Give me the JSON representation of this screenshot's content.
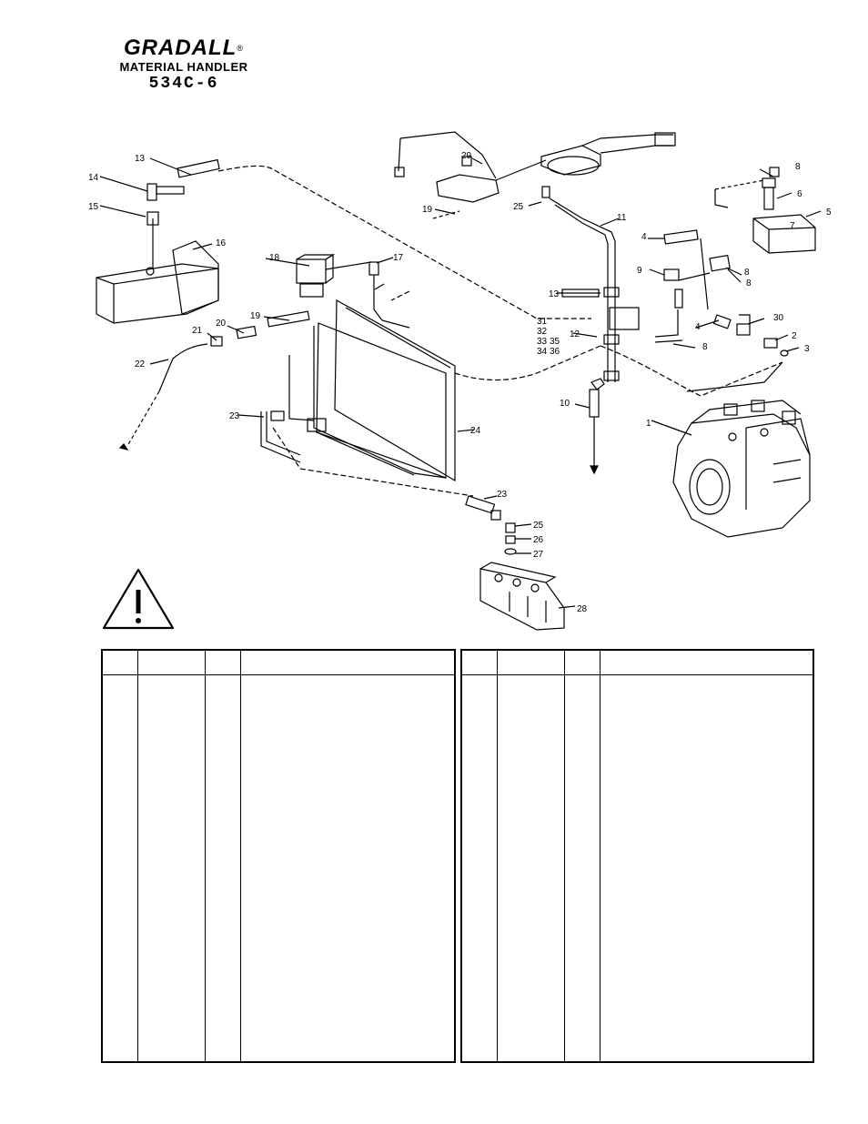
{
  "header": {
    "brand": "GRADALL",
    "registered_mark": "®",
    "product": "MATERIAL HANDLER",
    "model": "534C-6"
  },
  "diagram": {
    "callouts": [
      "1",
      "2",
      "3",
      "4",
      "4",
      "5",
      "6",
      "7",
      "8",
      "8",
      "8",
      "8",
      "9",
      "10",
      "11",
      "12",
      "13",
      "13",
      "14",
      "15",
      "16",
      "17",
      "18",
      "19",
      "19",
      "20",
      "21",
      "22",
      "23",
      "23",
      "24",
      "25",
      "25",
      "26",
      "27",
      "28",
      "29",
      "30",
      "31",
      "32",
      "33",
      "34",
      "35",
      "36"
    ],
    "warning_icon": "warning-triangle-icon"
  },
  "tables": {
    "left": {
      "columns": 4
    },
    "right": {
      "columns": 4
    }
  }
}
